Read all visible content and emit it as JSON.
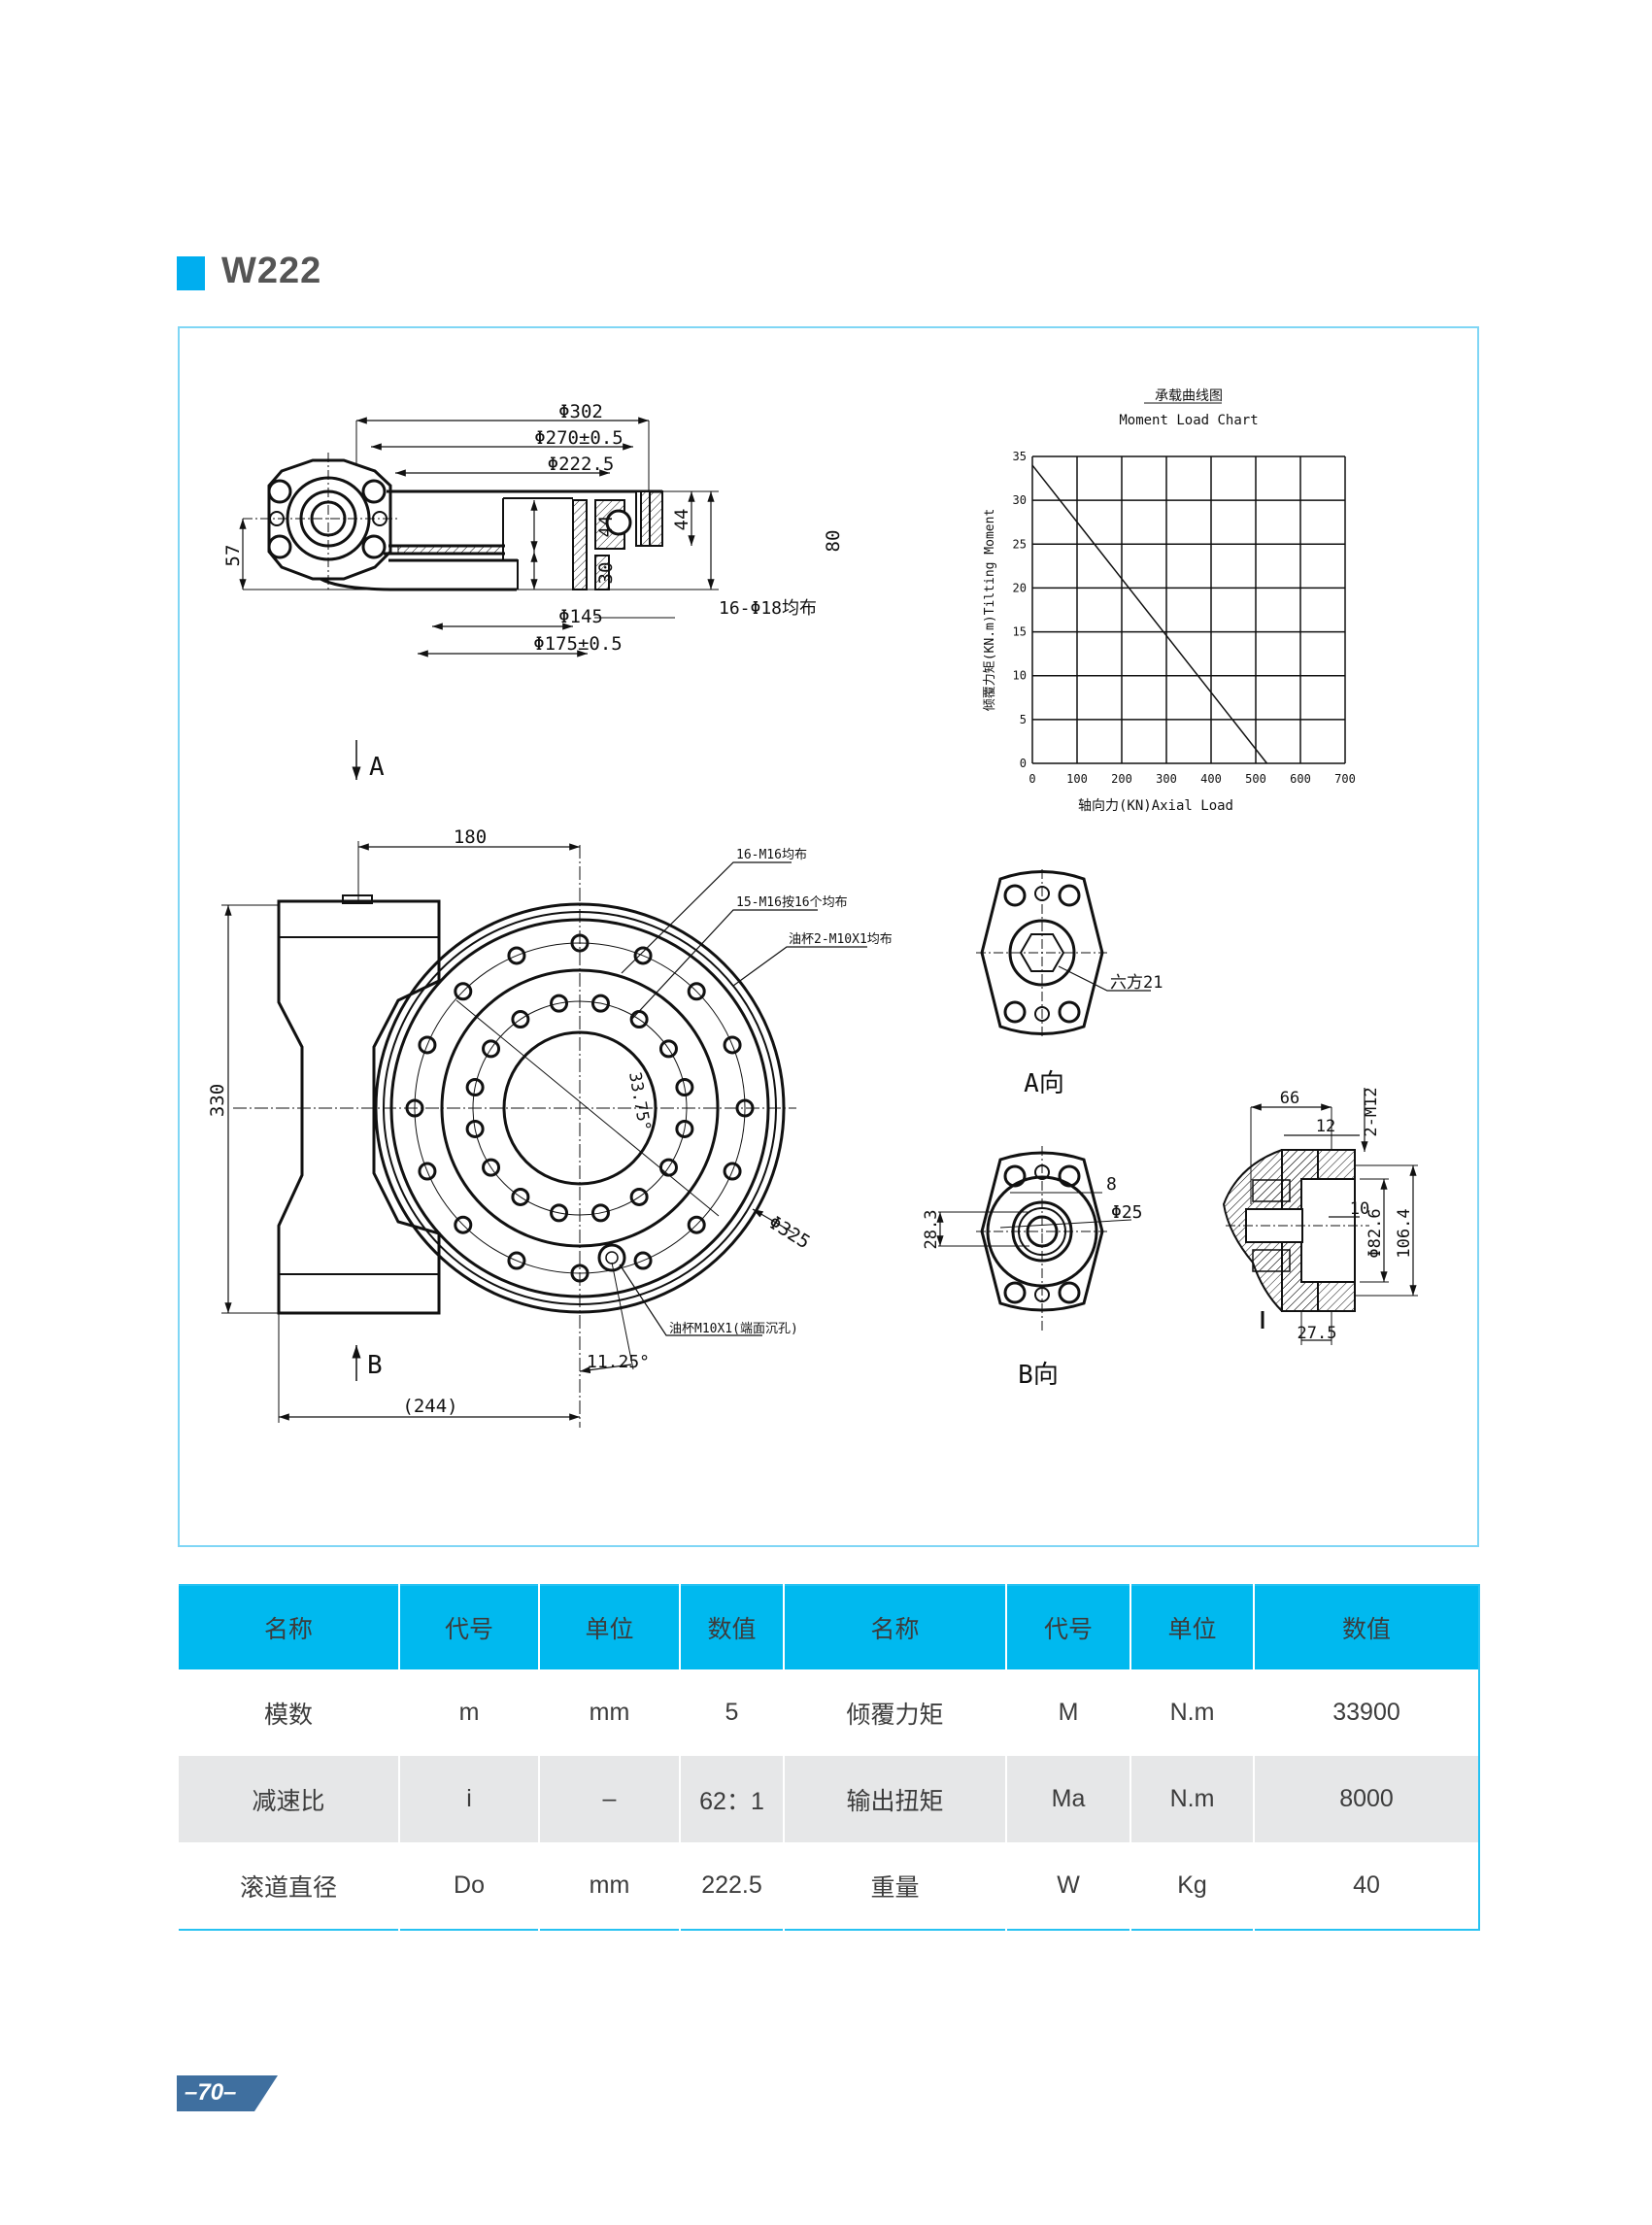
{
  "header": {
    "model": "W222",
    "accent_color": "#00aeef"
  },
  "drawing": {
    "top_view": {
      "dims": [
        "Φ302",
        "Φ270±0.5",
        "Φ222.5",
        "Φ145",
        "Φ175±0.5",
        "57",
        "44",
        "30",
        "44",
        "80"
      ],
      "note": "16-Φ18均布"
    },
    "main_view": {
      "dims": [
        "180",
        "330",
        "(244)",
        "33.75°",
        "Φ325",
        "11.25°"
      ],
      "notes": [
        "16-M16均布",
        "15-M16按16个均布",
        "油杯2-M10X1均布",
        "油杯M10X1(端面沉孔)"
      ],
      "arrow_a": "A",
      "arrow_b": "B"
    },
    "view_a": {
      "label": "A向",
      "note": "六方21"
    },
    "view_b": {
      "label": "B向",
      "dims": [
        "8",
        "Φ25",
        "28.3"
      ]
    },
    "section": {
      "dims": [
        "66",
        "12",
        "2-M12",
        "10",
        "Φ82.6",
        "106.4",
        "27.5"
      ]
    }
  },
  "chart_data": {
    "type": "line",
    "title": "承载曲线图",
    "subtitle": "Moment Load Chart",
    "xlabel": "轴向力(KN)Axial Load",
    "ylabel": "倾覆力矩(KN.m)Tilting Moment",
    "xlim": [
      0,
      700
    ],
    "ylim": [
      0,
      35
    ],
    "xticks": [
      0,
      100,
      200,
      300,
      400,
      500,
      600,
      700
    ],
    "yticks": [
      0,
      5,
      10,
      15,
      20,
      25,
      30,
      35
    ],
    "grid": true,
    "series": [
      {
        "name": "load curve",
        "x": [
          0,
          525
        ],
        "y": [
          34,
          0
        ]
      }
    ]
  },
  "table": {
    "headers": [
      "名称",
      "代号",
      "单位",
      "数值",
      "名称",
      "代号",
      "单位",
      "数值"
    ],
    "rows": [
      [
        "模数",
        "m",
        "mm",
        "5",
        "倾覆力矩",
        "M",
        "N.m",
        "33900"
      ],
      [
        "减速比",
        "i",
        "–",
        "62：1",
        "输出扭矩",
        "Ma",
        "N.m",
        "8000"
      ],
      [
        "滚道直径",
        "Do",
        "mm",
        "222.5",
        "重量",
        "W",
        "Kg",
        "40"
      ]
    ]
  },
  "footer": {
    "page_number": "–70–",
    "page_color": "#3f6f9f"
  }
}
